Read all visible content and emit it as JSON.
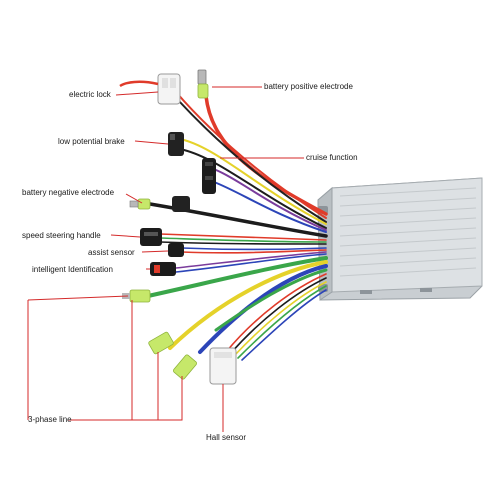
{
  "labels": {
    "electric_lock": "electric lock",
    "battery_positive": "battery positive electrode",
    "low_potential_brake": "low potential brake",
    "cruise_function": "cruise function",
    "battery_negative": "battery negative electrode",
    "speed_steering_handle": "speed steering handle",
    "assist_sensor": "assist sensor",
    "intelligent_identification": "intelligent Identification",
    "three_phase_line": "3-phase line",
    "hall_sensor": "Hall sensor"
  },
  "colors": {
    "background": "#ffffff",
    "leader_line": "#d42a2a",
    "controller_body": "#d8dcdf",
    "wire_red": "#e03b2a",
    "wire_black": "#1c1c1c",
    "wire_blue": "#2c45b8",
    "wire_green": "#3aa64a",
    "wire_yellow": "#e5d22a",
    "wire_purple": "#7a3c9c",
    "wire_white": "#e8e8e8",
    "connector_green": "#c6e86a",
    "connector_white": "#f4f4f4",
    "connector_black": "#222222"
  }
}
